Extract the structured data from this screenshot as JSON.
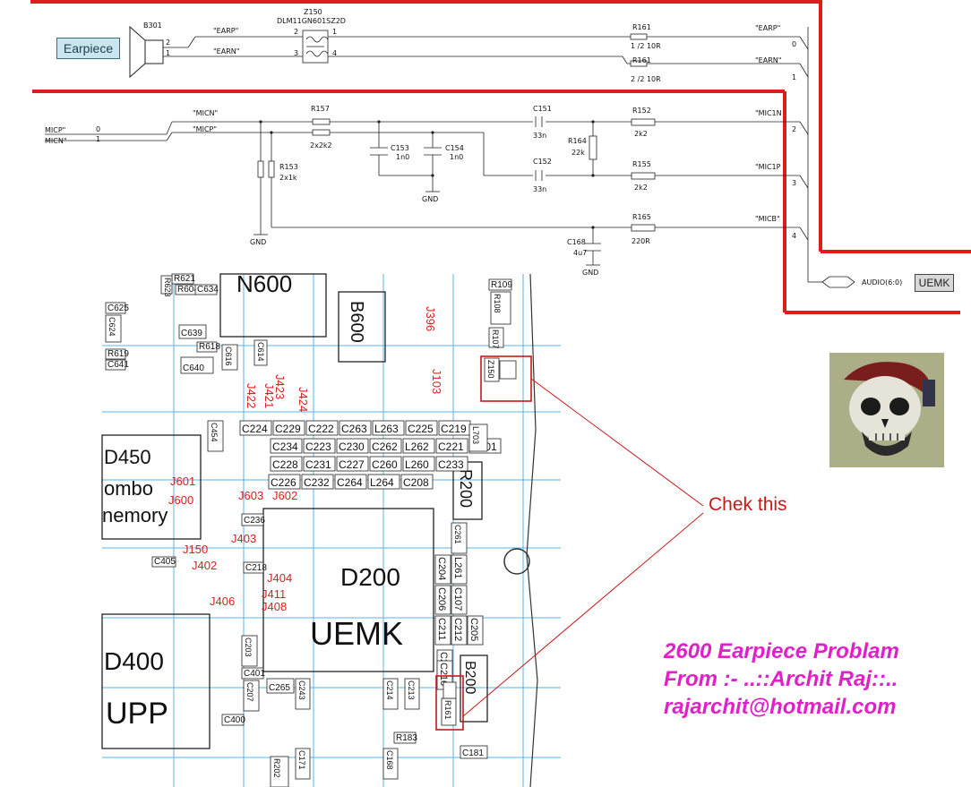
{
  "schematic": {
    "earpiece_label": "Earpiece",
    "speaker_ref": "B301",
    "filter_ref": "Z150",
    "filter_part": "DLM11GN601SZ2D",
    "net_earp": "\"EARP\"",
    "net_earn": "\"EARN\"",
    "net_earp_right": "\"EARP\"",
    "net_earn_right": "\"EARN\"",
    "r161a_ref": "R161",
    "r161a_val": "1 /2 10R",
    "r161b_ref": "R161",
    "r161b_val": "2 /2 10R",
    "net_micn": "\"MICN\"",
    "net_micp": "\"MICP\"",
    "left_micp": "MICP\"",
    "left_micn": "MICN\"",
    "left_pin0": "0",
    "left_pin1": "1",
    "r157_ref": "R157",
    "r157_val": "2x2k2",
    "r153_ref": "R153",
    "r153_val": "2x1k",
    "c153_ref": "C153",
    "c153_val": "1n0",
    "c154_ref": "C154",
    "c154_val": "1n0",
    "c151_ref": "C151",
    "c151_val": "33n",
    "c152_ref": "C152",
    "c152_val": "33n",
    "r164_ref": "R164",
    "r164_val": "22k",
    "r152_ref": "R152",
    "r152_val": "2k2",
    "r155_ref": "R155",
    "r155_val": "2k2",
    "r165_ref": "R165",
    "r165_val": "220R",
    "c168_ref": "C168",
    "c168_val": "4u7",
    "gnd": "GND",
    "net_mic1n": "\"MIC1N",
    "net_mic1p": "\"MIC1P",
    "net_micb": "\"MICB\"",
    "pins": [
      "0",
      "1",
      "2",
      "3",
      "4"
    ],
    "bus_label": "AUDIO(6:0)",
    "uemk_label": "UEMK"
  },
  "pcb": {
    "chip_d200": "D200",
    "chip_uemk": "UEMK",
    "chip_d450": "D450",
    "combo1": "ombo",
    "combo2": "nemory",
    "chip_d400": "D400",
    "chip_upp": "UPP",
    "chip_n600": "N600",
    "chip_b600": "B600",
    "chip_r200": "R200",
    "chip_b200": "B200",
    "j_labels": [
      "J601",
      "J600",
      "J603",
      "J602",
      "J150",
      "J403",
      "J402",
      "J404",
      "J411",
      "J408",
      "J406",
      "J421",
      "J422",
      "J423",
      "J424",
      "J103",
      "J396"
    ],
    "grid_labels": [
      "C224",
      "C229",
      "C222",
      "C263",
      "L263",
      "C225",
      "C219",
      "C234",
      "C223",
      "C230",
      "C262",
      "L262",
      "C221",
      "C201",
      "C228",
      "C231",
      "C227",
      "C260",
      "L260",
      "C233",
      "C226",
      "C232",
      "C264",
      "L264",
      "C208"
    ],
    "col_labels": [
      "C204",
      "L261",
      "C107",
      "C206",
      "C211",
      "C212",
      "C205",
      "C209",
      "C210"
    ],
    "misc_labels": [
      "C639",
      "C640",
      "R618",
      "C616",
      "R619",
      "C641",
      "C625",
      "C624",
      "C454",
      "C236",
      "C218",
      "C405",
      "C203",
      "C401",
      "C207",
      "C400",
      "C265",
      "C243",
      "C213",
      "C214",
      "C181",
      "C171",
      "C168",
      "R202",
      "R183",
      "R109",
      "R108",
      "R107",
      "L703",
      "C261",
      "R161",
      "Z150",
      "R621",
      "R604",
      "C634",
      "R623",
      "C614"
    ]
  },
  "annotation": {
    "callout": "Chek this",
    "line1": "2600 Earpiece Problam",
    "line2": "From :- ..::Archit Raj::..",
    "line3": "rajarchit@hotmail.com"
  },
  "colors": {
    "red_border": "#dd1c1c",
    "callout_red": "#c81818",
    "credit_magenta": "#e020c8",
    "pcb_grid": "#58b4ea",
    "pcb_red": "#d82020"
  },
  "icons": [
    "skull-icon",
    "speaker-icon",
    "gnd-icon"
  ]
}
